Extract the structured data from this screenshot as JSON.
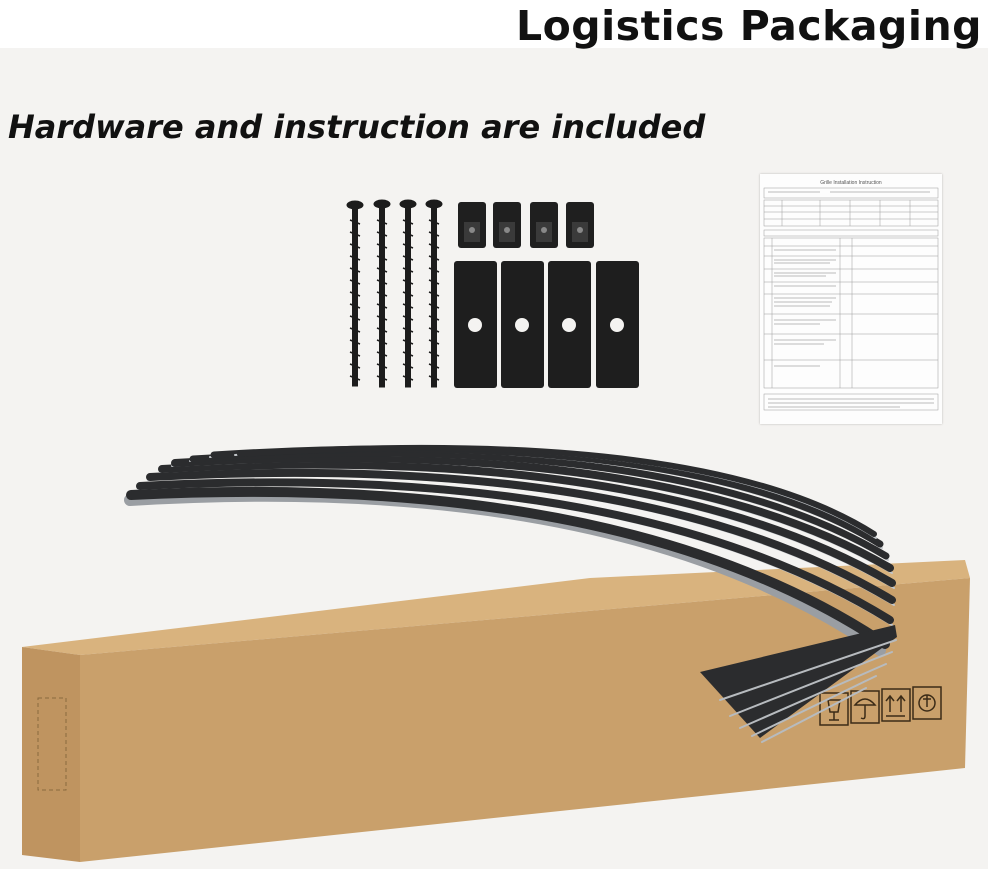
{
  "title": "Logistics Packaging",
  "subtitle": "Hardware and instruction are included",
  "document": {
    "heading": "Grille Installation Instruction"
  },
  "colors": {
    "box": "#c9a06b",
    "box_dark": "#b48852",
    "grille": "#2c2c2e",
    "hardware": "#1c1c1c"
  },
  "icons": [
    "fragile-glass-icon",
    "keep-dry-umbrella-icon",
    "this-side-up-icon",
    "recycle-icon"
  ]
}
